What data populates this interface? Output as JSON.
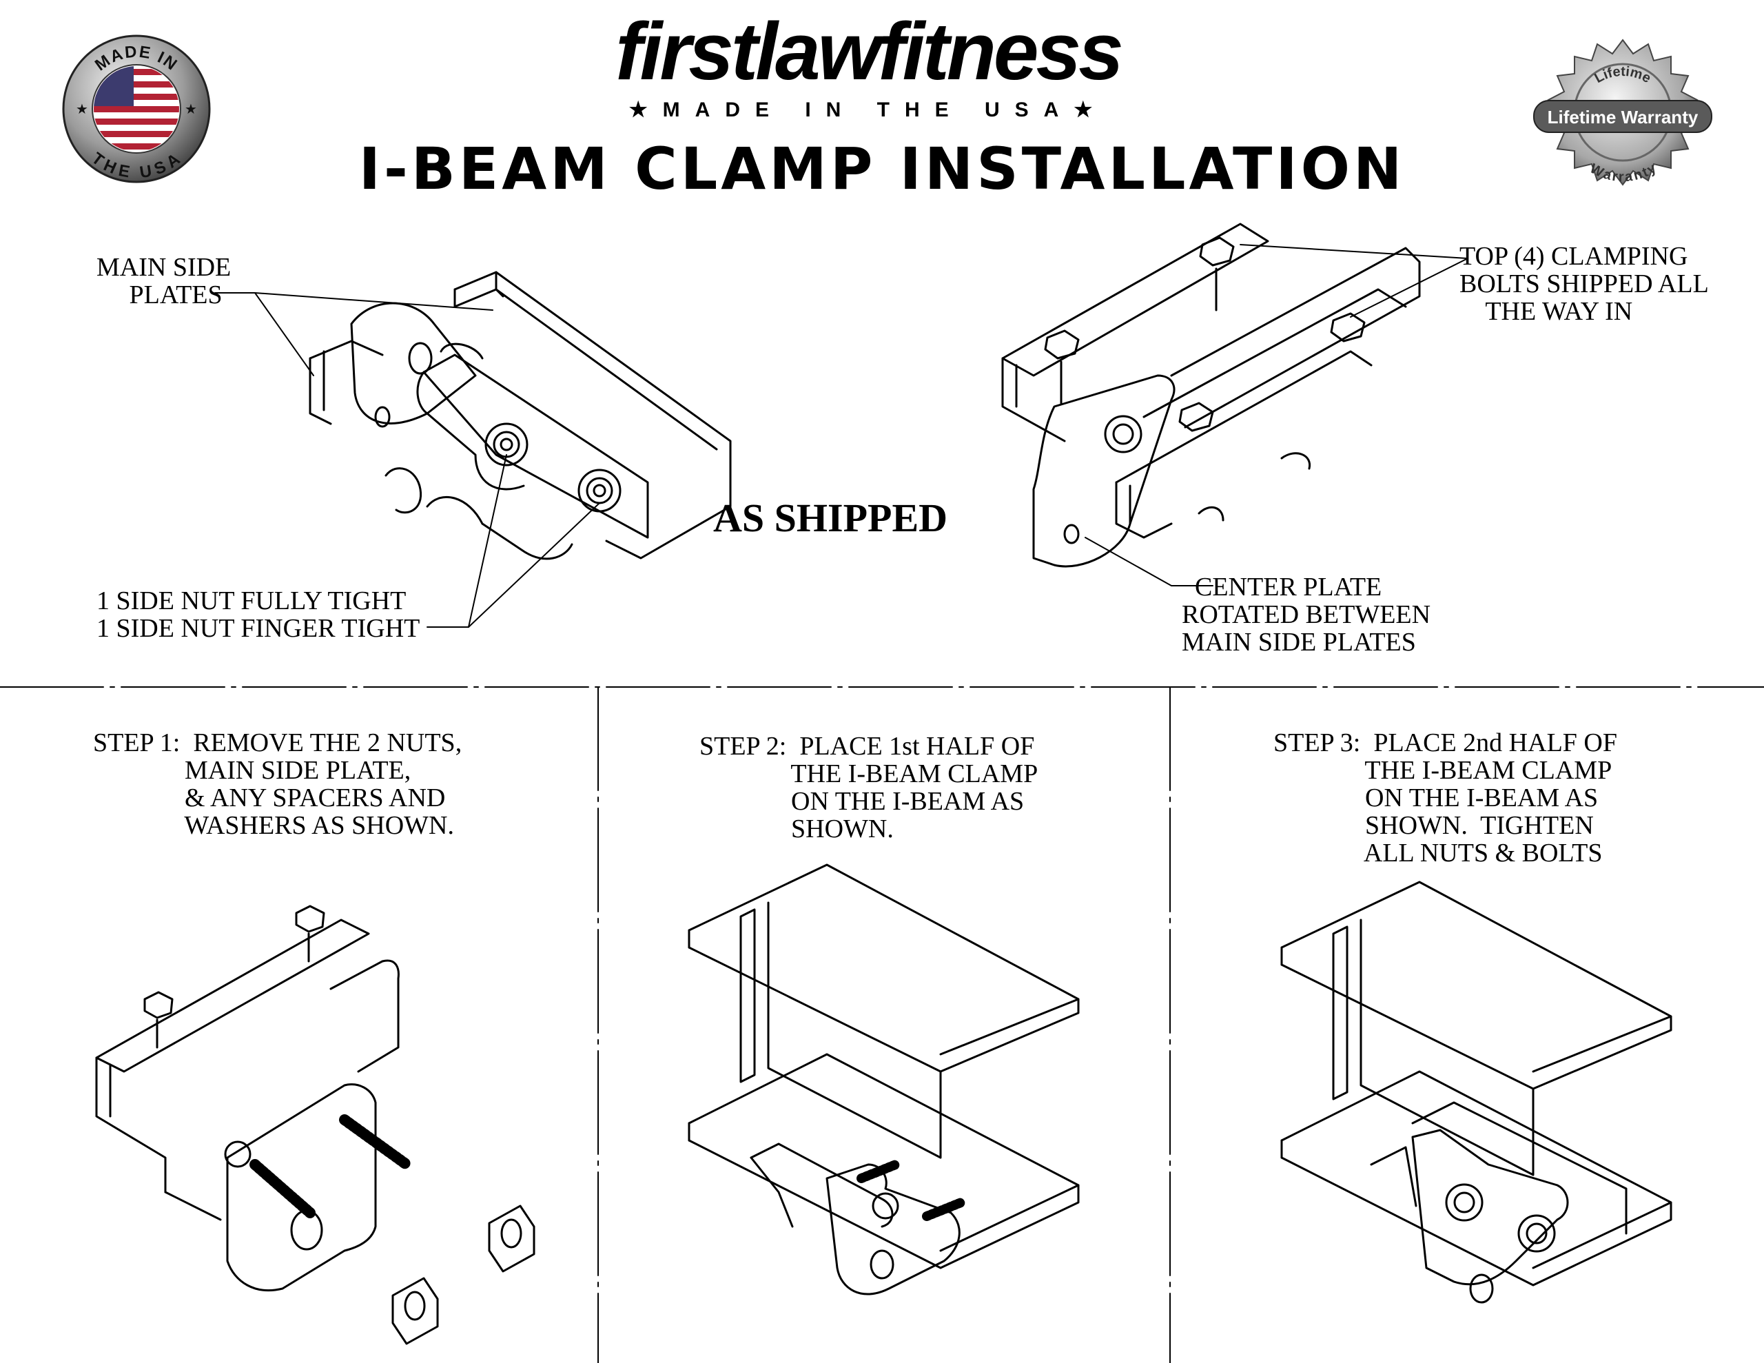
{
  "header": {
    "brand": "firstlawfitness",
    "tagline": "★MADE IN THE USA★",
    "title": "I-BEAM CLAMP INSTALLATION"
  },
  "seals": {
    "made_in_usa": {
      "top_text": "MADE IN",
      "bottom_text": "THE USA"
    },
    "warranty": {
      "banner": "Lifetime Warranty",
      "top_text": "Lifetime",
      "bottom_text": "Warranty"
    }
  },
  "as_shipped": {
    "heading": "AS SHIPPED",
    "callouts": {
      "main_side_plates": "MAIN SIDE\n     PLATES",
      "side_nuts": "1 SIDE NUT FULLY TIGHT\n1 SIDE NUT FINGER TIGHT",
      "top_bolts": "TOP (4) CLAMPING\nBOLTS SHIPPED ALL\n    THE WAY IN",
      "center_plate": "  CENTER PLATE\nROTATED BETWEEN\nMAIN SIDE PLATES"
    }
  },
  "steps": [
    {
      "text": "STEP 1:  REMOVE THE 2 NUTS,\n              MAIN SIDE PLATE,\n              & ANY SPACERS AND\n              WASHERS AS SHOWN."
    },
    {
      "text": "STEP 2:  PLACE 1st HALF OF\n              THE I-BEAM CLAMP\n              ON THE I-BEAM AS\n              SHOWN."
    },
    {
      "text": "STEP 3:  PLACE 2nd HALF OF\n              THE I-BEAM CLAMP\n              ON THE I-BEAM AS\n              SHOWN.  TIGHTEN\n              ALL NUTS & BOLTS"
    }
  ],
  "colors": {
    "ink": "#000000",
    "paper": "#ffffff",
    "flag_red": "#b22234",
    "flag_blue": "#3c3b6e",
    "silver": "#9a9a9a"
  }
}
